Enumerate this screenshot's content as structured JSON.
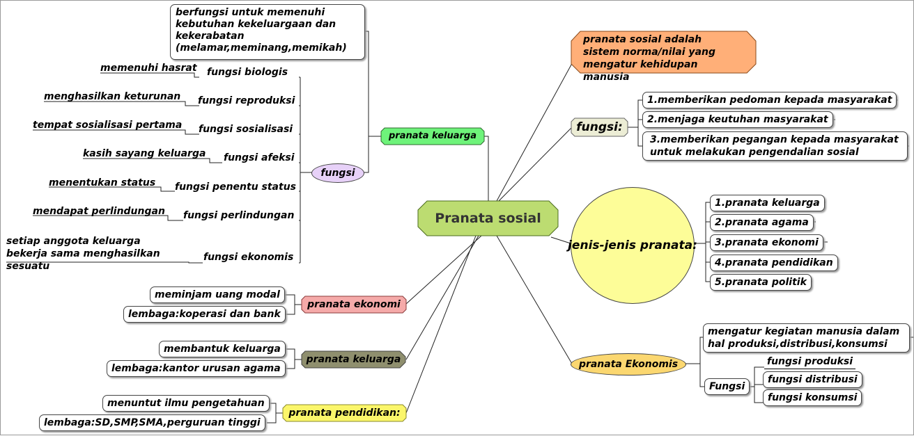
{
  "central": "Pranata sosial",
  "definition": "pranata sosial adalah sistem norma/nilai yang mengatur kehidupan manusia",
  "keluarga": {
    "label": "pranata keluarga",
    "top_note": "berfungsi untuk memenuhi kebutuhan kekeluargaan dan kekerabatan (melamar,meminang,memikah)",
    "fungsi_label": "fungsi",
    "functions": [
      {
        "name": "fungsi biologis",
        "desc": "memenuhi hasrat"
      },
      {
        "name": "fungsi reproduksi",
        "desc": "menghasilkan keturunan"
      },
      {
        "name": "fungsi sosialisasi",
        "desc": "tempat sosialisasi pertama"
      },
      {
        "name": "fungsi afeksi",
        "desc": "kasih sayang keluarga"
      },
      {
        "name": "fungsi penentu status",
        "desc": "menentukan status"
      },
      {
        "name": "fungsi perlindungan",
        "desc": "mendapat perlindungan"
      },
      {
        "name": "fungsi ekonomis",
        "desc": "setiap anggota keluarga bekerja sama menghasilkan sesuatu"
      }
    ]
  },
  "ekonomi": {
    "label": "pranata ekonomi",
    "items": [
      "meminjam uang modal",
      "lembaga:koperasi dan bank"
    ]
  },
  "agama": {
    "label": "pranata keluarga",
    "items": [
      "membantuk keluarga",
      "lembaga:kantor urusan agama"
    ]
  },
  "pendidikan": {
    "label": "pranata pendidikan:",
    "items": [
      "menuntut ilmu pengetahuan",
      "lembaga:SD,SMP,SMA,perguruan tinggi"
    ]
  },
  "fungsi_right": {
    "label": "fungsi:",
    "items": [
      "1.memberikan pedoman kepada masyarakat",
      "2.menjaga keutuhan masyarakat",
      "3.memberikan pegangan kepada masyarakat untuk melakukan pengendalian sosial"
    ]
  },
  "jenis": {
    "label": "jenis-jenis pranata:",
    "items": [
      "1.pranata keluarga",
      "2.pranata agama",
      "3.pranata ekonomi",
      "4.pranata pendidikan",
      "5.pranata politik"
    ]
  },
  "ekonomis": {
    "label": "pranata Ekonomis",
    "desc": "mengatur kegiatan manusia dalam hal produksi,distribusi,konsumsi",
    "fungsi_label": "Fungsi",
    "fungsi_items": [
      "fungsi produksi",
      "fungsi distribusi",
      "fungsi konsumsi"
    ]
  },
  "colors": {
    "central": "#bcdc71",
    "definition": "#ffaf78",
    "keluarga": "#6ef37a",
    "fungsi_oval": "#e7d1f8",
    "ekonomi": "#f5aaa9",
    "agama": "#8f8f6e",
    "pendidikan": "#fbf66a",
    "fungsi_right": "#ecedd5",
    "jenis_circle": "#fdfd98",
    "ekonomis": "#fbd770"
  }
}
